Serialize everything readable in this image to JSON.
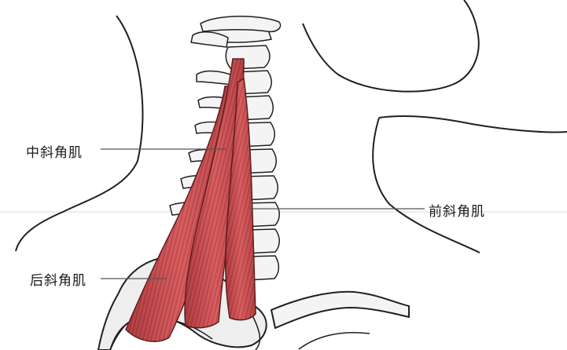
{
  "labels": {
    "middle_scalene": "中斜角肌",
    "anterior_scalene": "前斜角肌",
    "posterior_scalene": "后斜角肌"
  },
  "colors": {
    "muscle": "#c9474b",
    "muscle_dark": "#8e2a2c",
    "muscle_light": "#e07a7b",
    "bone": "#f4f4f4",
    "outline": "#1f1f1f",
    "leader_line": "#555555",
    "guide_line": "#bfe0ea"
  }
}
